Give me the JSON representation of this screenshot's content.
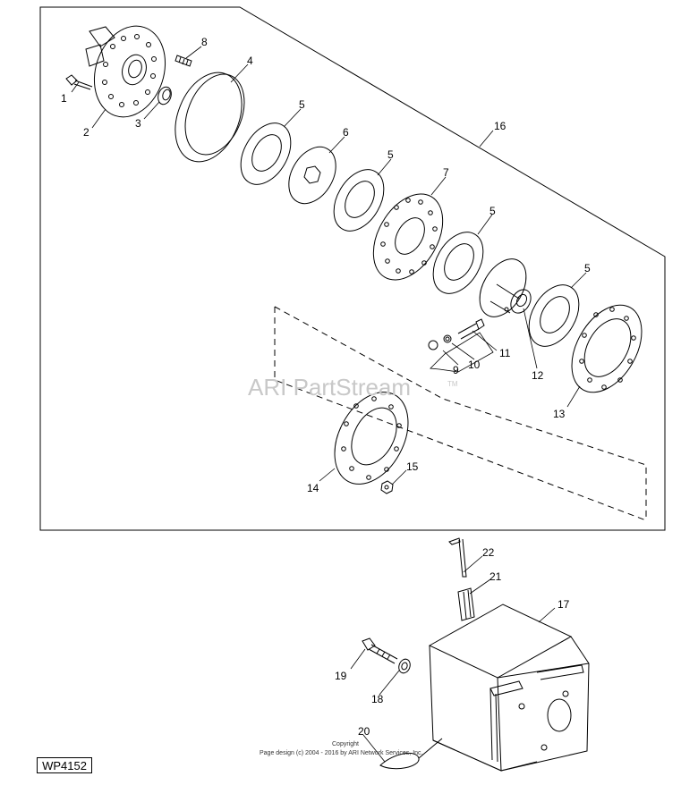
{
  "drawing_id": "WP4152",
  "watermark": {
    "text": "ARI PartStream",
    "tm": "TM"
  },
  "copyright": {
    "line1": "Copyright",
    "line2": "Page design (c) 2004 - 2016 by ARI Network Services, Inc."
  },
  "callouts": [
    {
      "id": "c1",
      "text": "1"
    },
    {
      "id": "c2",
      "text": "2"
    },
    {
      "id": "c3",
      "text": "3"
    },
    {
      "id": "c4",
      "text": "4"
    },
    {
      "id": "c5a",
      "text": "5"
    },
    {
      "id": "c5b",
      "text": "5"
    },
    {
      "id": "c5c",
      "text": "5"
    },
    {
      "id": "c5d",
      "text": "5"
    },
    {
      "id": "c6",
      "text": "6"
    },
    {
      "id": "c7",
      "text": "7"
    },
    {
      "id": "c8",
      "text": "8"
    },
    {
      "id": "c9",
      "text": "9"
    },
    {
      "id": "c10",
      "text": "10"
    },
    {
      "id": "c11",
      "text": "11"
    },
    {
      "id": "c12",
      "text": "12"
    },
    {
      "id": "c13",
      "text": "13"
    },
    {
      "id": "c14",
      "text": "14"
    },
    {
      "id": "c15",
      "text": "15"
    },
    {
      "id": "c16",
      "text": "16"
    },
    {
      "id": "c17",
      "text": "17"
    },
    {
      "id": "c18",
      "text": "18"
    },
    {
      "id": "c19",
      "text": "19"
    },
    {
      "id": "c20",
      "text": "20"
    },
    {
      "id": "c21",
      "text": "21"
    },
    {
      "id": "c22",
      "text": "22"
    }
  ]
}
